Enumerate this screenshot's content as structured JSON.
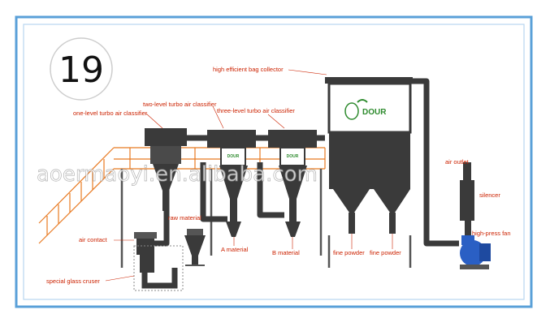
{
  "step_number": "19",
  "logo_text": "DOUR",
  "watermark": "aoermaoyi.en.alibaba.com",
  "labels": {
    "bag_collector": "high efficient bag collector",
    "two_level": "two-level turbo air classifier",
    "one_level": "one-level turbo air classifier",
    "three_level": "three-level turbo air classifier",
    "air_outlet": "air outlet",
    "silencer": "silencer",
    "raw_material": "raw material",
    "high_press_fan": "high-press fan",
    "air_contact": "air contact",
    "a_material": "A material",
    "b_material": "B material",
    "fine_powder_1": "fine powder",
    "fine_powder_2": "fine powder",
    "glass_crusher": "special glass cruser"
  },
  "colors": {
    "frame": "#5aa0d8",
    "machine": "#3a3a3a",
    "platform": "#e87a22",
    "label": "#cc2200",
    "fan": "#2a5fc4"
  }
}
